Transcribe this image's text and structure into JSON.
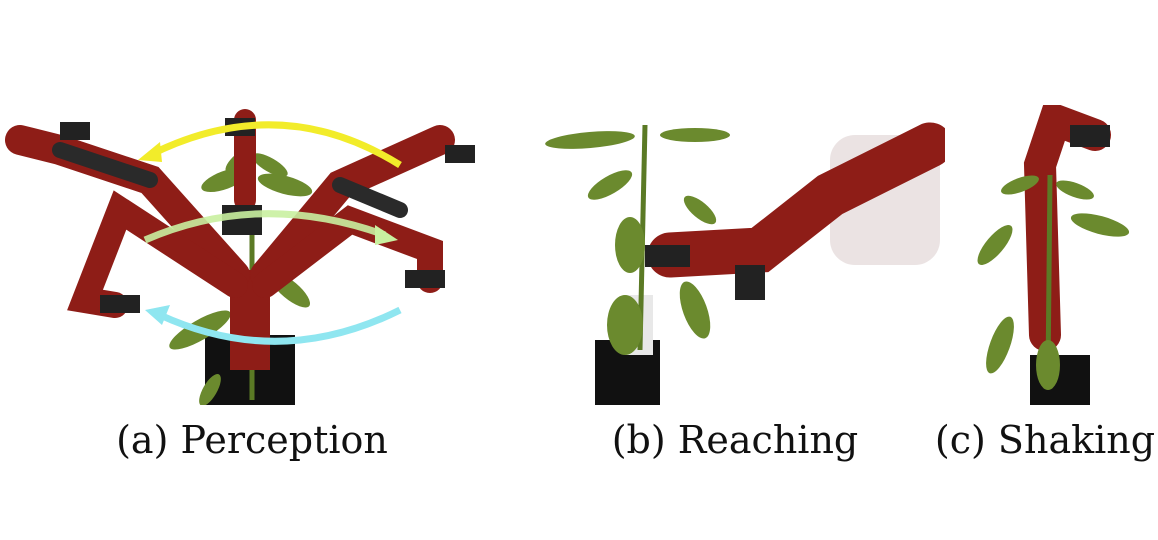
{
  "figure": {
    "panels": [
      {
        "caption": "(a) Perception"
      },
      {
        "caption": "(b) Reaching"
      },
      {
        "caption": "(c) Shaking"
      }
    ]
  },
  "colors": {
    "robot_red": "#8e1d17",
    "robot_dark": "#2a2a2a",
    "leaf_green": "#6b8a2e",
    "arrow_yellow": "#f2ec2a",
    "arrow_green": "#c9f0a0",
    "arrow_cyan": "#8fe6f0"
  }
}
